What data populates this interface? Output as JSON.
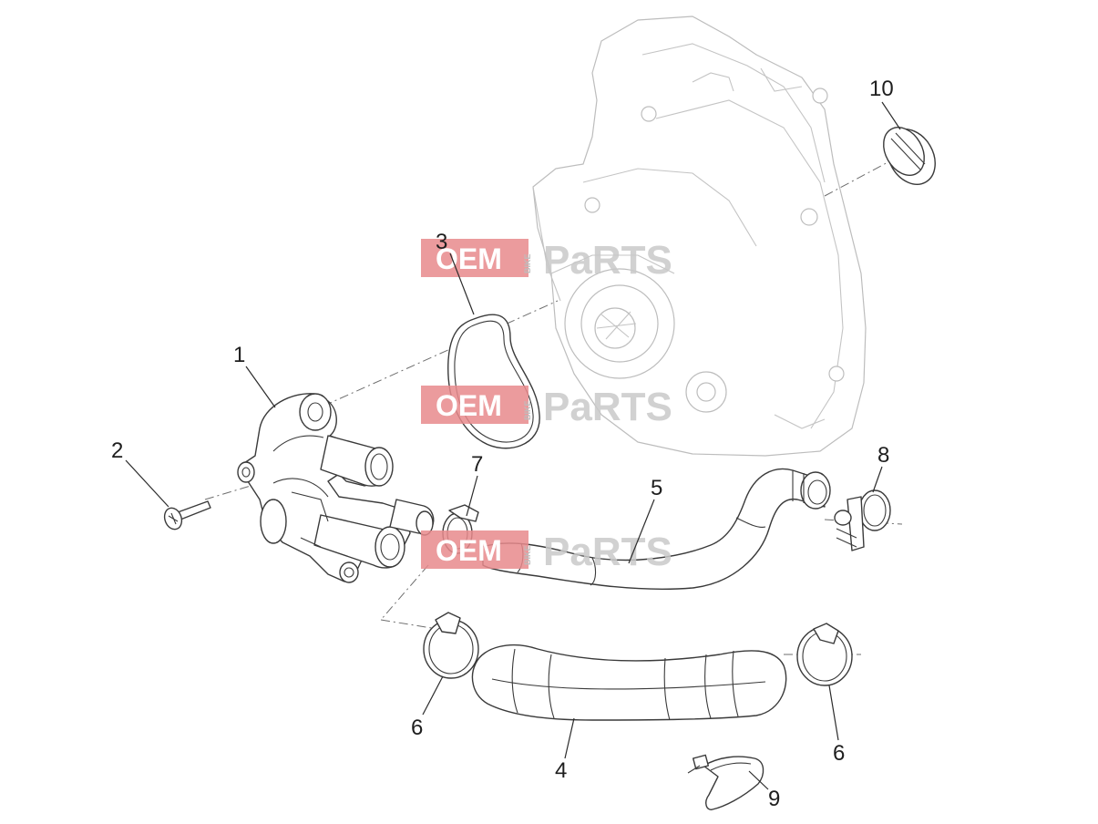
{
  "callouts": {
    "c1": "1",
    "c2": "2",
    "c3": "3",
    "c4": "4",
    "c5": "5",
    "c6a": "6",
    "c6b": "6",
    "c7": "7",
    "c8": "8",
    "c9": "9",
    "c10": "10"
  },
  "watermark": {
    "oem": "OEM",
    "bike": "BIKE",
    "parts": "PaRTS"
  },
  "colors": {
    "watermark_accent": "#e8898c",
    "line": "#3a3a3a",
    "background": "#ffffff"
  }
}
